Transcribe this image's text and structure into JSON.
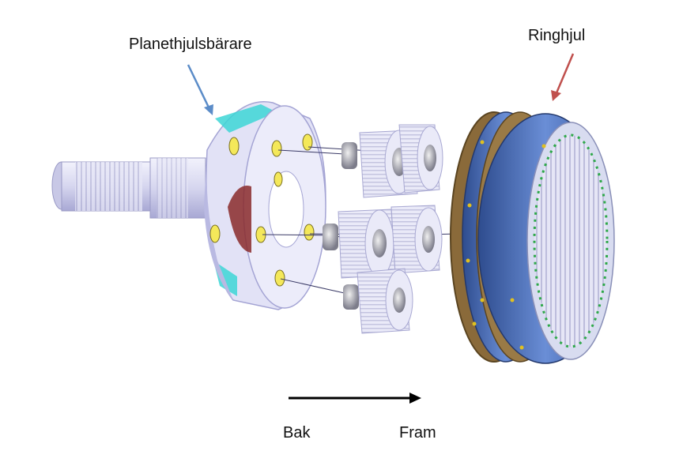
{
  "labels": {
    "carrier": "Planethjulsbärare",
    "ring": "Ringhjul",
    "back": "Bak",
    "front": "Fram"
  },
  "colors": {
    "carrier_arrow": "#5b8cc8",
    "ring_arrow": "#c0504d",
    "direction_arrow": "#000000",
    "carrier_body": "#e4e4f6",
    "carrier_shade": "#b9b9e2",
    "carrier_accent": "#3dd6d6",
    "carrier_holes": "#f4e85a",
    "gear_teeth": "#e8e8f8",
    "ring_outer": "#4a6fb8",
    "ring_band": "#8a6a3a",
    "ring_inner_teeth": "#dfe3f2",
    "ring_dots": "#2fa84a"
  },
  "icons": {
    "carrier_pointer": "arrow-pointer-icon",
    "ring_pointer": "arrow-pointer-icon",
    "direction": "arrow-right-icon"
  }
}
